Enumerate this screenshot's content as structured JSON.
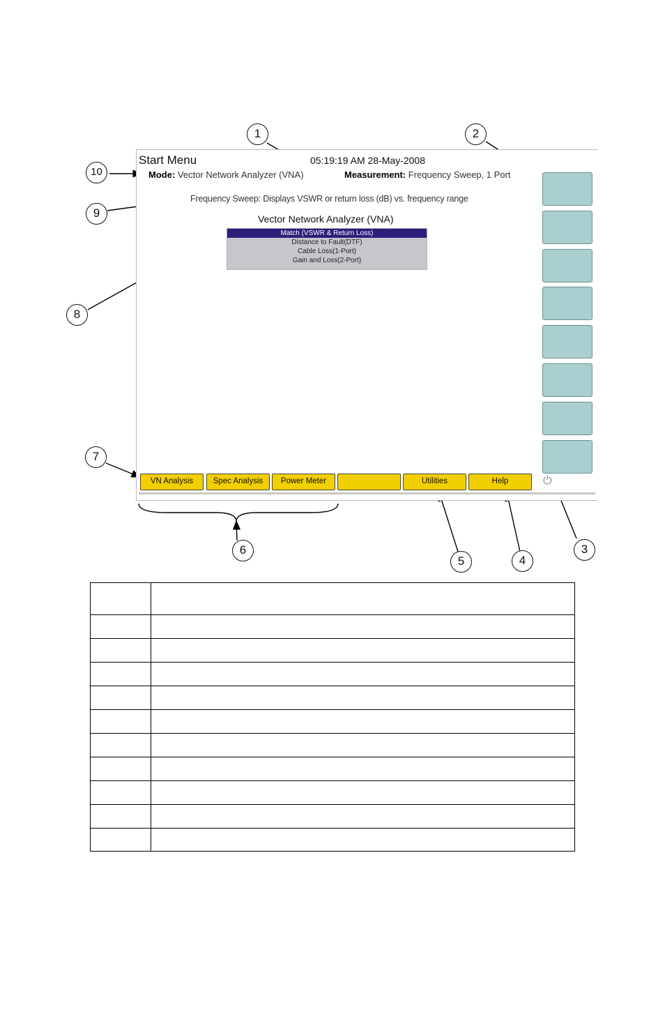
{
  "screen": {
    "title": "Start Menu",
    "clock": "05:19:19 AM 28-May-2008",
    "mode_label": "Mode:",
    "mode_value": "Vector Network Analyzer (VNA)",
    "measurement_label": "Measurement:",
    "measurement_value": "Frequency Sweep, 1 Port",
    "description": "Frequency Sweep: Displays VSWR or return loss (dB) vs. frequency range",
    "menu_heading": "Vector Network Analyzer (VNA)",
    "menu_items": [
      "Match (VSWR & Return Loss)",
      "Distance to Fault(DTF)",
      "Cable Loss(1-Port)",
      "Gain and Loss(2-Port)"
    ],
    "main_keys": [
      "VN Analysis",
      "Spec Analysis",
      "Power Meter",
      "",
      "Utilities",
      "Help"
    ],
    "power_icon": "plug-icon"
  },
  "callouts": [
    "1",
    "2",
    "3",
    "4",
    "5",
    "6",
    "7",
    "8",
    "9",
    "10"
  ],
  "colors": {
    "main_key": "#f2cf00",
    "soft_key": "#a9cfcf",
    "selected_item": "#2b1f7a",
    "menu_bg": "#c6c6cc"
  }
}
